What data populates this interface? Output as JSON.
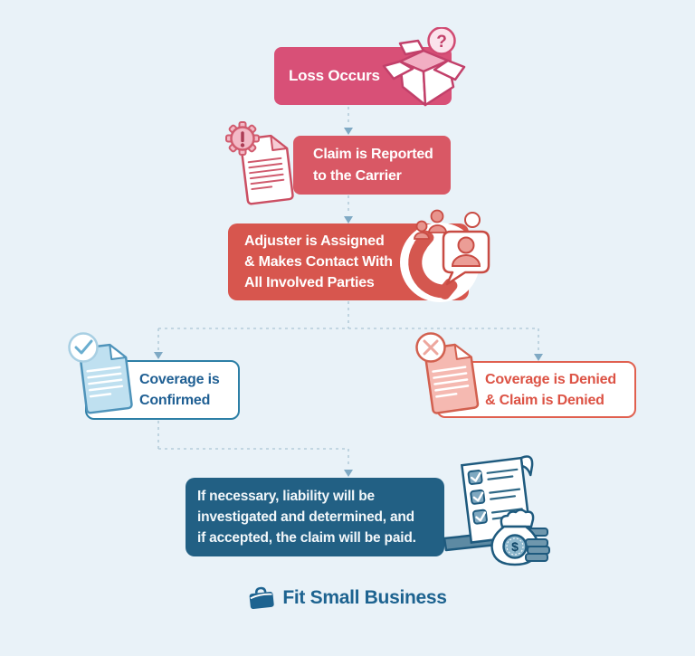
{
  "background_color": "#e9f2f8",
  "connector_color": "#b5cdda",
  "arrow_color": "#7fa9c4",
  "flow": {
    "loss": {
      "label": "Loss Occurs",
      "color": "#d85077",
      "icon": "open-box-question-icon"
    },
    "reported": {
      "lines": [
        "Claim is Reported",
        "to the Carrier"
      ],
      "color": "#d95865",
      "icon": "document-alert-gear-icon"
    },
    "adjuster": {
      "lines": [
        "Adjuster is Assigned",
        "& Makes Contact With",
        "All Involved Parties"
      ],
      "color": "#d7564e",
      "icon": "phone-people-chat-icon"
    },
    "confirmed": {
      "lines": [
        "Coverage is",
        "Confirmed"
      ],
      "border_color": "#2d7fa6",
      "text_color": "#1f5f93",
      "icon": "document-check-icon"
    },
    "denied": {
      "lines": [
        "Coverage is Denied",
        "& Claim is Denied"
      ],
      "border_color": "#e0604f",
      "text_color": "#dc5244",
      "icon": "document-x-icon"
    },
    "payout": {
      "lines": [
        "If necessary, liability will be",
        "investigated and determined, and",
        "if accepted, the claim will be paid."
      ],
      "color": "#226084",
      "icon": "checklist-money-bag-icon"
    }
  },
  "footer": {
    "brand": "Fit Small Business",
    "color": "#1d6390",
    "icon": "briefcase-icon"
  }
}
